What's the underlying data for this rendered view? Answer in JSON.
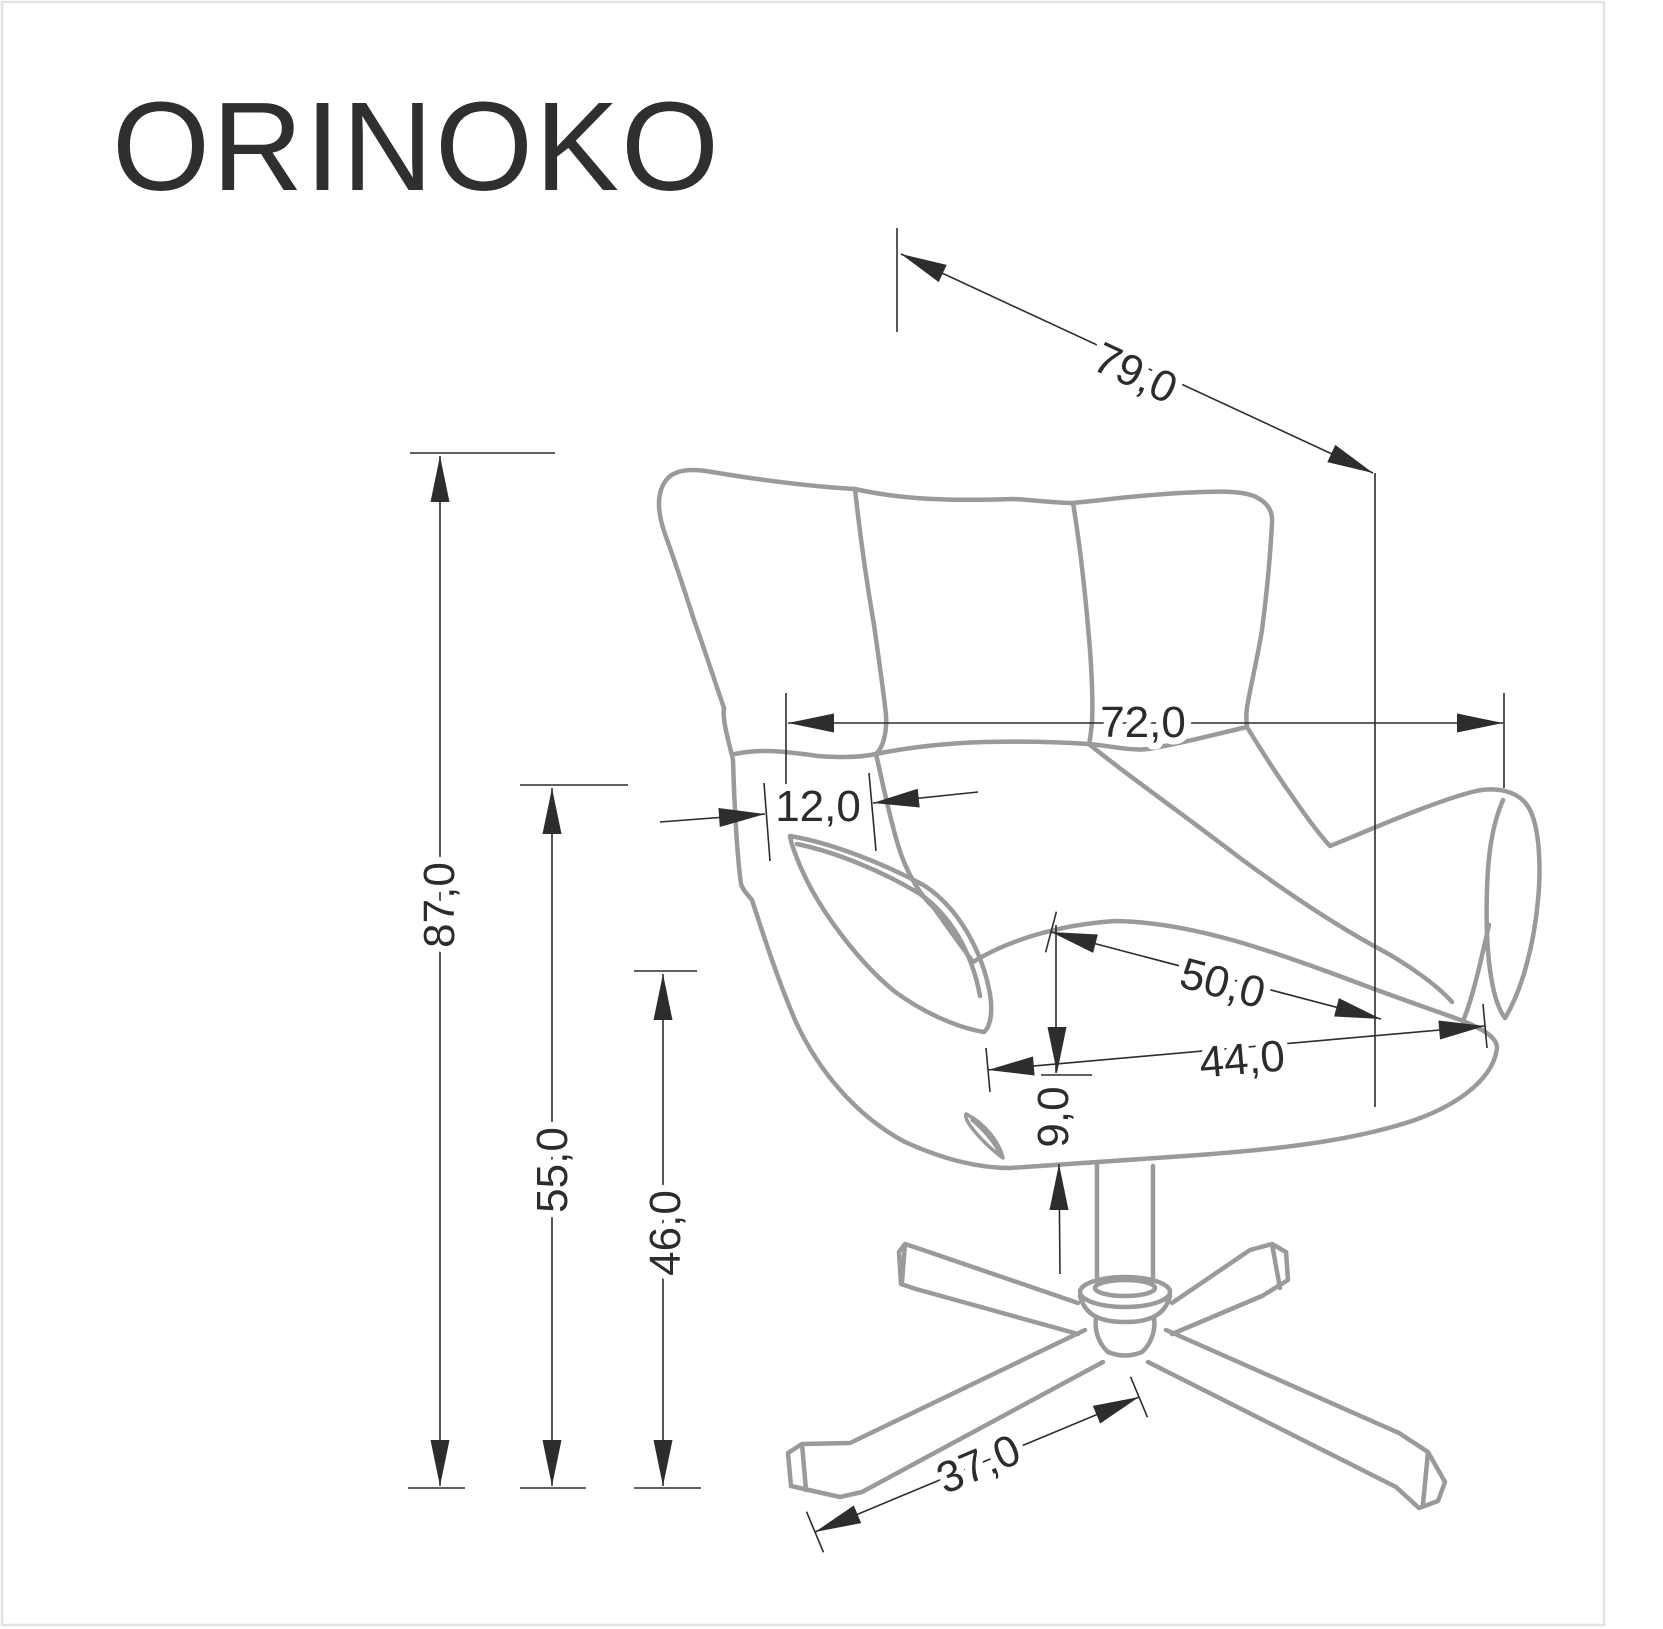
{
  "title": "ORINOKO",
  "drawing": {
    "type": "furniture-dimension-diagram",
    "subject": "swivel egg armchair with cross base",
    "dimensions": {
      "total_height": "87,0",
      "backrest_height": "55,0",
      "seat_height": "46,0",
      "depth": "79,0",
      "width": "72,0",
      "armrest_width": "12,0",
      "seat_depth": "50,0",
      "seat_width": "44,0",
      "seat_cushion_thickness": "9,0",
      "base_leg_length": "37,0"
    },
    "colors": {
      "outline": "#9a9a9a",
      "dimension_lines": "#2d2d2d",
      "background": "#ffffff",
      "frame_border": "#e3e3e3"
    }
  }
}
